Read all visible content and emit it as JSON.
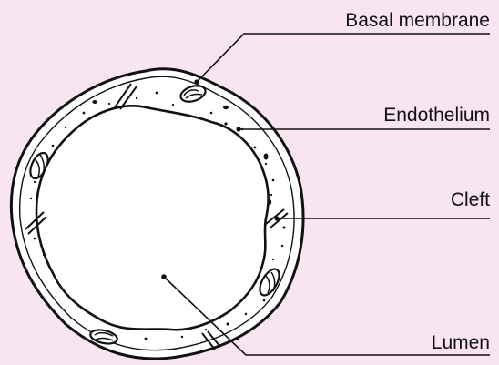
{
  "labels": {
    "basal_membrane": "Basal membrane",
    "endothelium": "Endothelium",
    "cleft": "Cleft",
    "lumen": "Lumen"
  },
  "colors": {
    "background": "#f9e4f1",
    "cell_fill": "#ffffff",
    "ink": "#111111"
  }
}
